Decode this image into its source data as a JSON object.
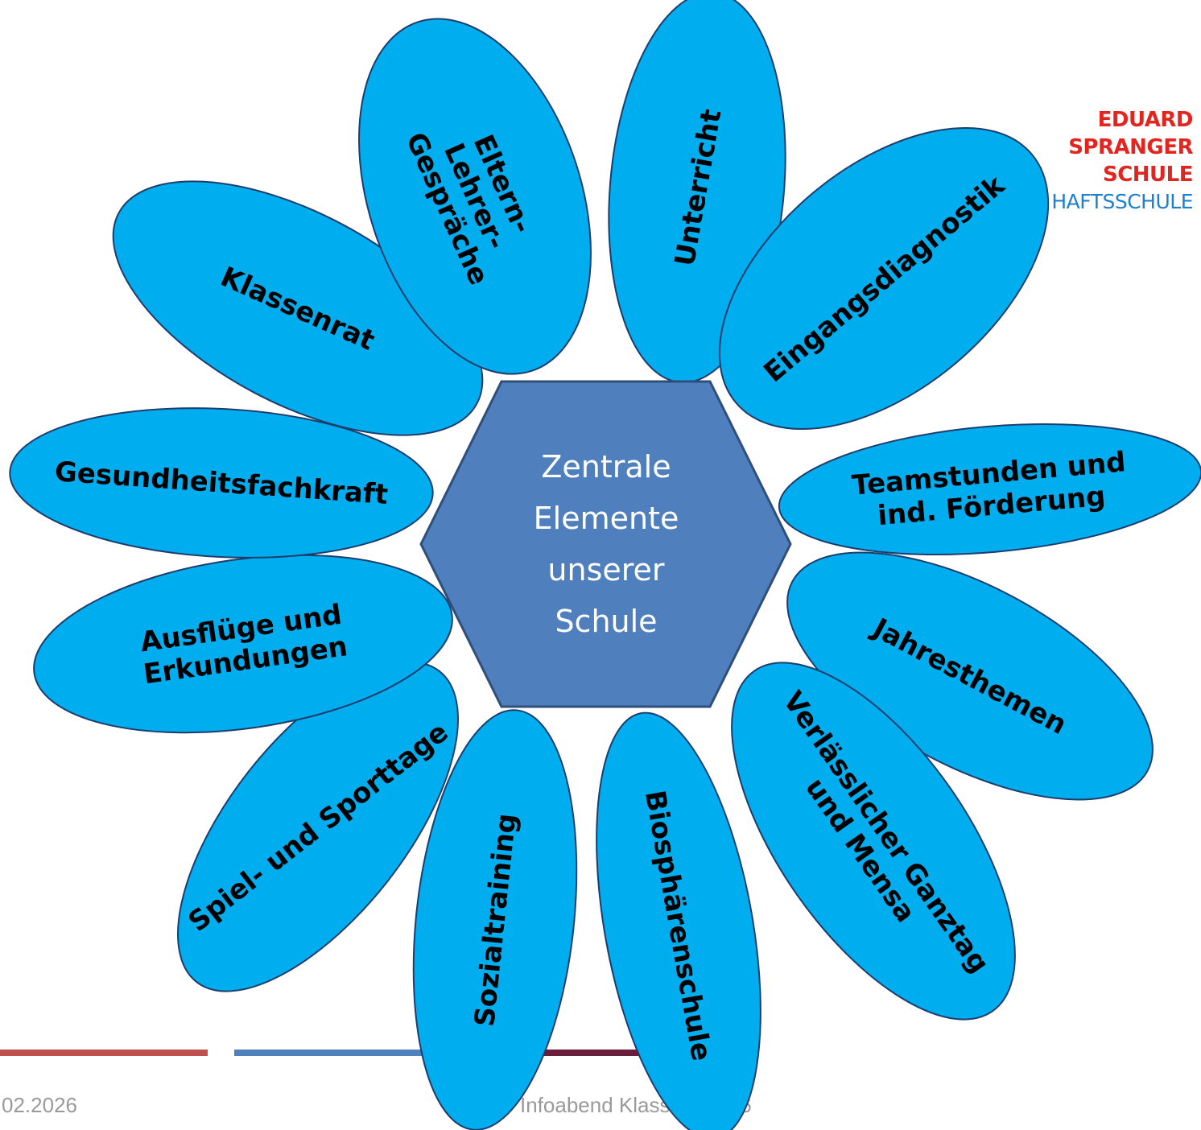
{
  "logo": {
    "line1": "EDUARD",
    "line2": "SPRANGER",
    "line3": "SCHULE",
    "line4": "HAFTSSCHULE"
  },
  "colors": {
    "petal": "#00adee",
    "petal_stroke": "#1d3d6c",
    "hexagon": "#4f80bd",
    "hexagon_stroke": "#2f4f7a",
    "logo_red": "#e2261f",
    "logo_blue": "#1d7fd0",
    "footer_red": "#c0504d",
    "footer_blue": "#4f81bd",
    "footer_dark": "#6b1e3b"
  },
  "center": {
    "lines": [
      "Zentrale",
      "Elemente",
      "unserer",
      "Schule"
    ]
  },
  "petals": [
    {
      "id": "unterricht",
      "lines": [
        "Unterricht"
      ]
    },
    {
      "id": "eingangsdiagnostik",
      "lines": [
        "Eingangsdiagnostik"
      ]
    },
    {
      "id": "teamstunden",
      "lines": [
        "Teamstunden und",
        "ind. Förderung"
      ]
    },
    {
      "id": "jahresthemen",
      "lines": [
        "Jahresthemen"
      ]
    },
    {
      "id": "ganztag",
      "lines": [
        "Verlässlicher Ganztag",
        "und Mensa"
      ]
    },
    {
      "id": "biosphaerenschule",
      "lines": [
        "Biosphärenschule"
      ]
    },
    {
      "id": "sozialtraining",
      "lines": [
        "Sozialtraining"
      ]
    },
    {
      "id": "sporttage",
      "lines": [
        "Spiel- und Sporttage"
      ]
    },
    {
      "id": "ausfluege",
      "lines": [
        "Ausflüge und",
        "Erkundungen"
      ]
    },
    {
      "id": "gesundheit",
      "lines": [
        "Gesundheitsfachkraft"
      ]
    },
    {
      "id": "klassenrat",
      "lines": [
        "Klassenrat"
      ]
    },
    {
      "id": "elterngespraeche",
      "lines": [
        "Eltern-",
        "Lehrer-",
        "Gespräche"
      ]
    }
  ],
  "footer": {
    "date": "02.2026",
    "title": "Infoabend Klasse 1 2026"
  }
}
